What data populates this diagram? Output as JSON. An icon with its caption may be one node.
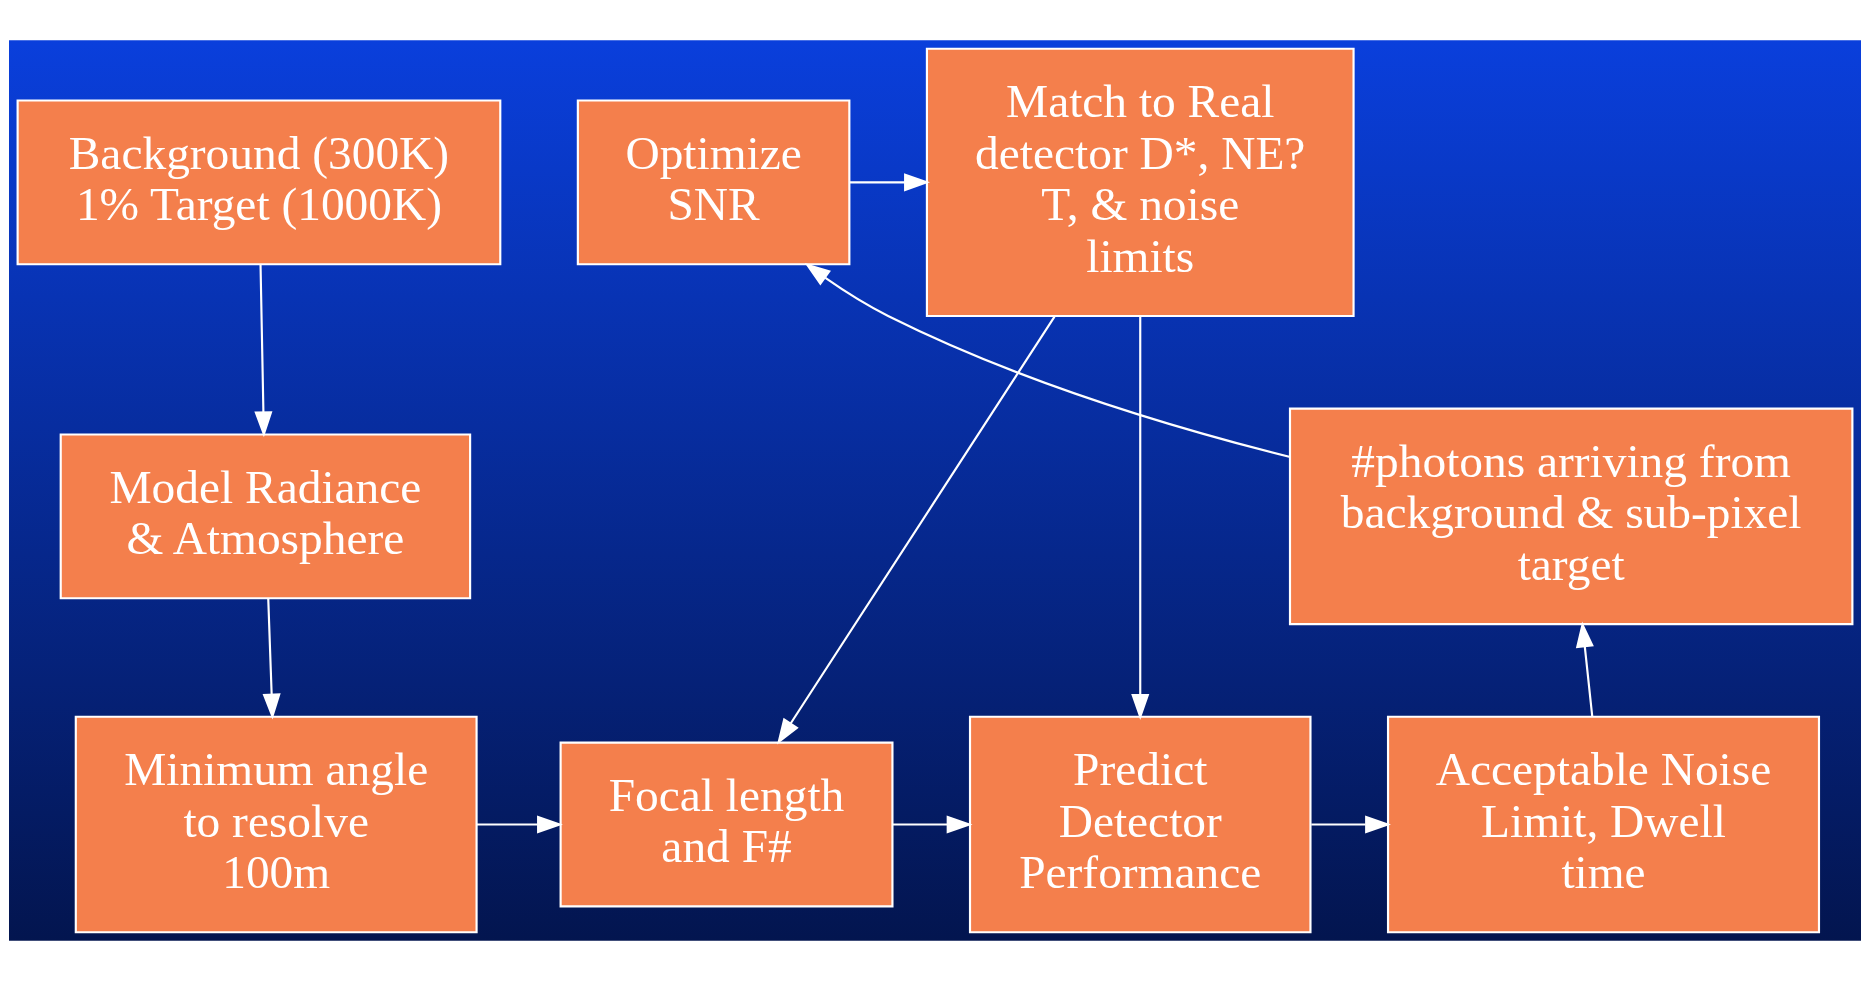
{
  "diagram": {
    "nodes": [
      {
        "text": [
          "Background (300K)",
          "1% Target (1000K)"
        ]
      },
      {
        "text": [
          "Model Radiance & Atmosphere"
        ]
      },
      {
        "text": [
          "Minimum angle to resolve 100m"
        ]
      },
      {
        "text": [
          "Focal length and F#"
        ]
      },
      {
        "text": [
          "Predict Detector Performance"
        ]
      },
      {
        "text": [
          "Acceptable Noise Limit, Dwell time"
        ]
      },
      {
        "text": [
          "#photons arriving from background & sub-pixel target"
        ]
      },
      {
        "text": [
          "Optimize SNR"
        ]
      },
      {
        "text": [
          "Match to Real detector D*, NE? T, & noise limits"
        ]
      }
    ],
    "edges": [
      {
        "from": 0,
        "to": 1,
        "arrow": "to"
      },
      {
        "from": 1,
        "to": 2,
        "arrow": "to"
      },
      {
        "from": 2,
        "to": 3,
        "arrow": "to"
      },
      {
        "from": 3,
        "to": 4,
        "arrow": "to"
      },
      {
        "from": 4,
        "to": 5,
        "arrow": "to"
      },
      {
        "from": 5,
        "to": 6,
        "arrow": "to"
      },
      {
        "from": 6,
        "to": 7,
        "arrow": "to"
      },
      {
        "from": 7,
        "to": 8,
        "arrow": "to"
      },
      {
        "from": 8,
        "to": 3,
        "arrow": "to"
      },
      {
        "from": 8,
        "to": 4,
        "arrow": "to"
      }
    ]
  }
}
